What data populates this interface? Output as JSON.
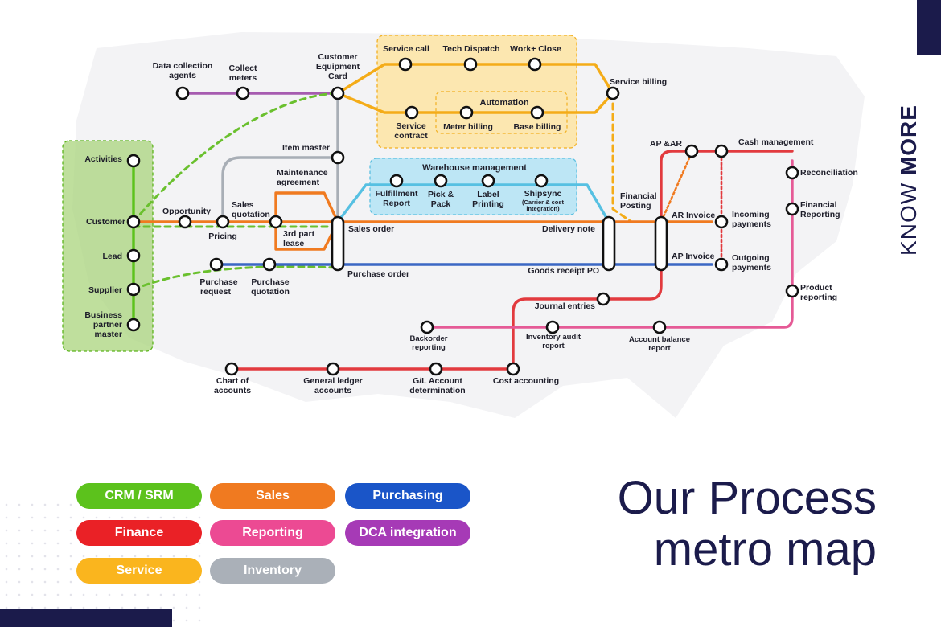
{
  "sidebar": {
    "know": "KNOW ",
    "more": "MORE"
  },
  "title": {
    "line1": "Our Process",
    "line2": "metro map"
  },
  "legend": [
    {
      "label": "CRM / SRM",
      "color": "#5cc21c"
    },
    {
      "label": "Sales",
      "color": "#f07a20"
    },
    {
      "label": "Purchasing",
      "color": "#1a55c8"
    },
    {
      "label": "Finance",
      "color": "#ea2126"
    },
    {
      "label": "Reporting",
      "color": "#ec4a93"
    },
    {
      "label": "DCA integration",
      "color": "#a63ab6"
    },
    {
      "label": "Service",
      "color": "#fab51e"
    },
    {
      "label": "Inventory",
      "color": "#aab0b8"
    }
  ],
  "zones": {
    "warehouse": "Warehouse management",
    "automation": "Automation"
  },
  "stations": {
    "activities": "Activities",
    "customer": "Customer",
    "lead": "Lead",
    "supplier": "Supplier",
    "bp1": "Business",
    "bp2": "partner",
    "bp3": "master",
    "dca1": "Data collection",
    "dca2": "agents",
    "cm1": "Collect",
    "cm2": "meters",
    "ce1": "Customer",
    "ce2": "Equipment",
    "ce3": "Card",
    "svc_call": "Service call",
    "tech": "Tech Dispatch",
    "work": "Work+ Close",
    "svc_bill": "Service billing",
    "sc1": "Service",
    "sc2": "contract",
    "meter": "Meter billing",
    "base": "Base billing",
    "item": "Item master",
    "ma1": "Maintenance",
    "ma2": "agreement",
    "opp": "Opportunity",
    "pricing": "Pricing",
    "sq1": "Sales",
    "sq2": "quotation",
    "tp1": "3rd part",
    "tp2": "lease",
    "so": "Sales order",
    "fr1": "Fulfillment",
    "fr2": "Report",
    "pp1": "Pick &",
    "pp2": "Pack",
    "lp1": "Label",
    "lp2": "Printing",
    "ss1": "Shipsync",
    "ss2": "(Carrier & cost",
    "ss3": "integration)",
    "dn": "Delivery note",
    "fp1": "Financial",
    "fp2": "Posting",
    "apar": "AP &AR",
    "cash": "Cash management",
    "ari": "AR Invoice",
    "in1": "Incoming",
    "in2": "payments",
    "api": "AP Invoice",
    "out1": "Outgoing",
    "out2": "payments",
    "recon": "Reconciliation",
    "fin1": "Financial",
    "fin2": "Reporting",
    "prod1": "Product",
    "prod2": "reporting",
    "pr1": "Purchase",
    "pr2": "request",
    "pq1": "Purchase",
    "pq2": "quotation",
    "po": "Purchase order",
    "grpo": "Goods receipt PO",
    "je": "Journal entries",
    "bo1": "Backorder",
    "bo2": "reporting",
    "ia1": "Inventory audit",
    "ia2": "report",
    "ab1": "Account balance",
    "ab2": "report",
    "coa1": "Chart of",
    "coa2": "accounts",
    "gl1": "General ledger",
    "gl2": "accounts",
    "gla1": "G/L Account",
    "gla2": "determination",
    "cost": "Cost accounting"
  }
}
